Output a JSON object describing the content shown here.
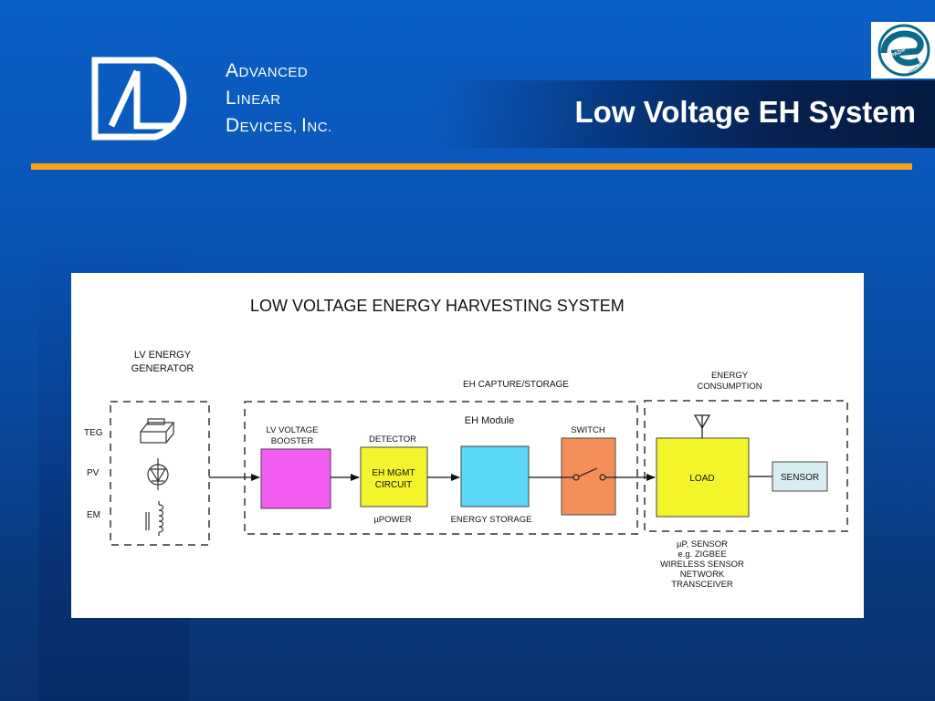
{
  "header": {
    "company_line1_initial": "A",
    "company_line1_rest": "DVANCED",
    "company_line2_initial": "L",
    "company_line2_rest": "INEAR",
    "company_line3_initial": "D",
    "company_line3_rest": "EVICES, ",
    "company_line3_initial2": "I",
    "company_line3_end": "NC.",
    "title": "Low Voltage EH System",
    "badge_text": "EPAD®",
    "badge_subtext": "ENABLED"
  },
  "colors": {
    "accent_rule": "#f5a21c",
    "booster": "#f25cf0",
    "eh_mgmt": "#f4f42a",
    "energy_storage": "#5ad8f5",
    "switch": "#f58f5a",
    "load": "#f4f42a",
    "sensor": "#d8eef2"
  },
  "diagram": {
    "title": "LOW VOLTAGE ENERGY HARVESTING SYSTEM",
    "generator_label_1": "LV ENERGY",
    "generator_label_2": "GENERATOR",
    "sources": [
      "TEG",
      "PV",
      "EM"
    ],
    "capture_label": "EH CAPTURE/STORAGE",
    "module_label": "EH Module",
    "consumption_label_1": "ENERGY",
    "consumption_label_2": "CONSUMPTION",
    "booster_label_1": "LV VOLTAGE",
    "booster_label_2": "BOOSTER",
    "detector_label": "DETECTOR",
    "mgmt_label_1": "EH MGMT",
    "mgmt_label_2": "CIRCUIT",
    "upower_label": "µPOWER",
    "storage_label": "ENERGY STORAGE",
    "switch_label": "SWITCH",
    "load_label": "LOAD",
    "sensor_label": "SENSOR",
    "load_notes": [
      "µP, SENSOR",
      "e.g. ZIGBEE",
      "WIRELESS SENSOR",
      "NETWORK",
      "TRANSCEIVER"
    ]
  }
}
